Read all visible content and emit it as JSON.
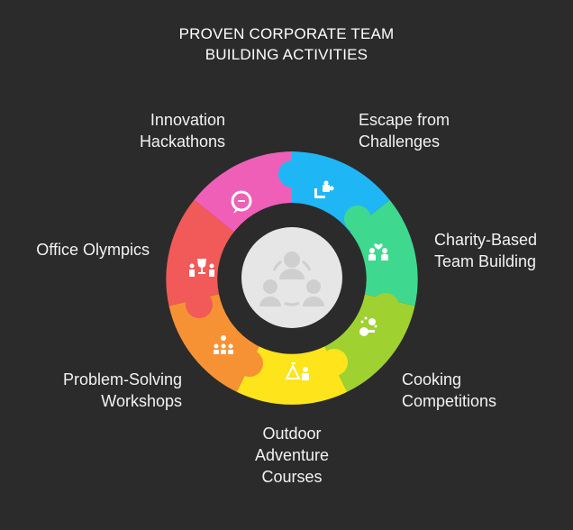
{
  "title": {
    "line1": "PROVEN CORPORATE TEAM",
    "line2": "BUILDING ACTIVITIES"
  },
  "colors": {
    "background": "#2b2b2b",
    "center": "#e6e6e6",
    "center_icon": "#cfcfcf"
  },
  "segments": [
    {
      "name": "escape",
      "color": "#1fb6f5",
      "icon": "puzzle-key-icon",
      "label_lines": [
        "Escape from",
        "Challenges"
      ]
    },
    {
      "name": "charity",
      "color": "#3ed98f",
      "icon": "people-heart-icon",
      "label_lines": [
        "Charity-Based",
        "Team Building"
      ]
    },
    {
      "name": "cooking",
      "color": "#9fd131",
      "icon": "cooking-icon",
      "label_lines": [
        "Cooking",
        "Competitions"
      ]
    },
    {
      "name": "outdoor",
      "color": "#fde41b",
      "icon": "tent-icon",
      "label_lines": [
        "Outdoor",
        "Adventure",
        "Courses"
      ]
    },
    {
      "name": "workshops",
      "color": "#f79234",
      "icon": "group-idea-icon",
      "label_lines": [
        "Problem-Solving",
        "Workshops"
      ]
    },
    {
      "name": "olympics",
      "color": "#f15a58",
      "icon": "trophy-people-icon",
      "label_lines": [
        "Office Olympics"
      ]
    },
    {
      "name": "hackathons",
      "color": "#ef5fb8",
      "icon": "chat-bubble-icon",
      "label_lines": [
        "Innovation",
        "Hackathons"
      ]
    }
  ]
}
